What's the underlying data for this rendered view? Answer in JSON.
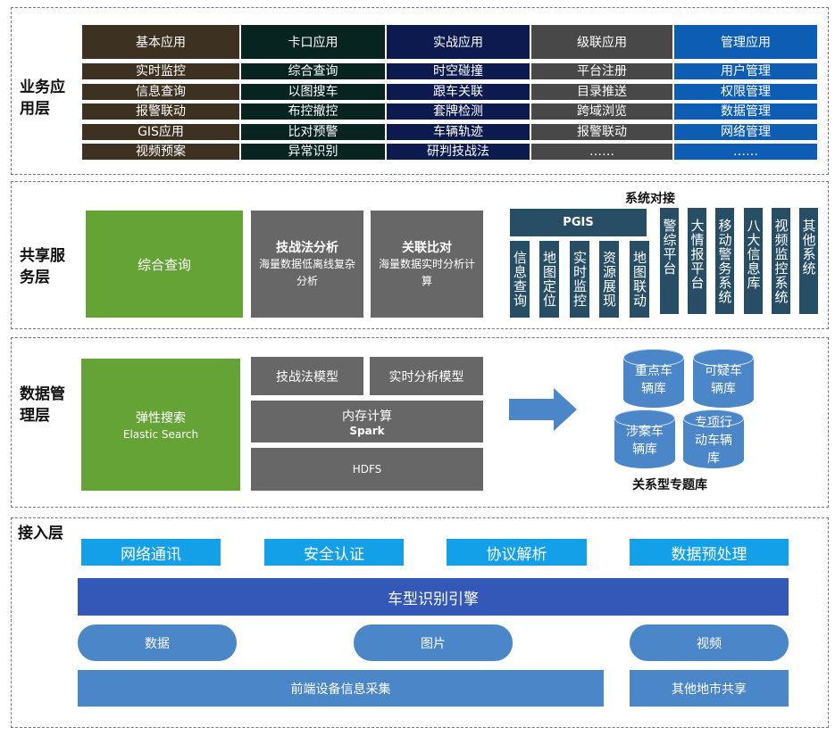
{
  "layers": {
    "business": {
      "label": "业务应用层",
      "columns": [
        {
          "header": "基本应用",
          "items": [
            "实时监控",
            "信息查询",
            "报警联动",
            "GIS应用",
            "视频预案"
          ],
          "color": "#3d3121"
        },
        {
          "header": "卡口应用",
          "items": [
            "综合查询",
            "以图搜车",
            "布控撤控",
            "比对预警",
            "异常识别"
          ],
          "color": "#082421"
        },
        {
          "header": "实战应用",
          "items": [
            "时空碰撞",
            "跟车关联",
            "套牌检测",
            "车辆轨迹",
            "研判技战法"
          ],
          "color": "#0d1a4f"
        },
        {
          "header": "级联应用",
          "items": [
            "平台注册",
            "目录推送",
            "跨域浏览",
            "报警联动",
            "……"
          ],
          "color": "#484848"
        },
        {
          "header": "管理应用",
          "items": [
            "用户管理",
            "权限管理",
            "数据管理",
            "网络管理",
            "……"
          ],
          "color": "#0e5db5"
        }
      ]
    },
    "shared": {
      "label": "共享服务层",
      "query": "综合查询",
      "tactics": {
        "title": "技战法分析",
        "desc": "海量数据低离线复杂分析"
      },
      "compare": {
        "title": "关联比对",
        "desc": "海量数据实时分析计算"
      },
      "docking_title": "系统对接",
      "pgis": "PGIS",
      "pgis_items": [
        "信息查询",
        "地图定位",
        "实时监控",
        "资源展现",
        "地图联动"
      ],
      "systems": [
        "警综平台",
        "大情报平台",
        "移动警务系统",
        "八大信息库",
        "视频监控系统",
        "其他系统"
      ]
    },
    "data": {
      "label": "数据管理层",
      "search": "弹性搜索",
      "search_en": "Elastic Search",
      "model1": "技战法模型",
      "model2": "实时分析模型",
      "memory": "内存计算",
      "memory_en": "Spark",
      "hdfs": "HDFS",
      "dbs": [
        "重点车辆库",
        "可疑车辆库",
        "涉案车辆库",
        "专项行动车辆库"
      ],
      "db_caption": "关系型专题库"
    },
    "access": {
      "label": "接入层",
      "top": [
        "网络通讯",
        "安全认证",
        "协议解析",
        "数据预处理"
      ],
      "engine": "车型识别引擎",
      "sources": [
        "数据",
        "图片",
        "视频"
      ],
      "collect": "前端设备信息采集",
      "other": "其他地市共享"
    }
  }
}
